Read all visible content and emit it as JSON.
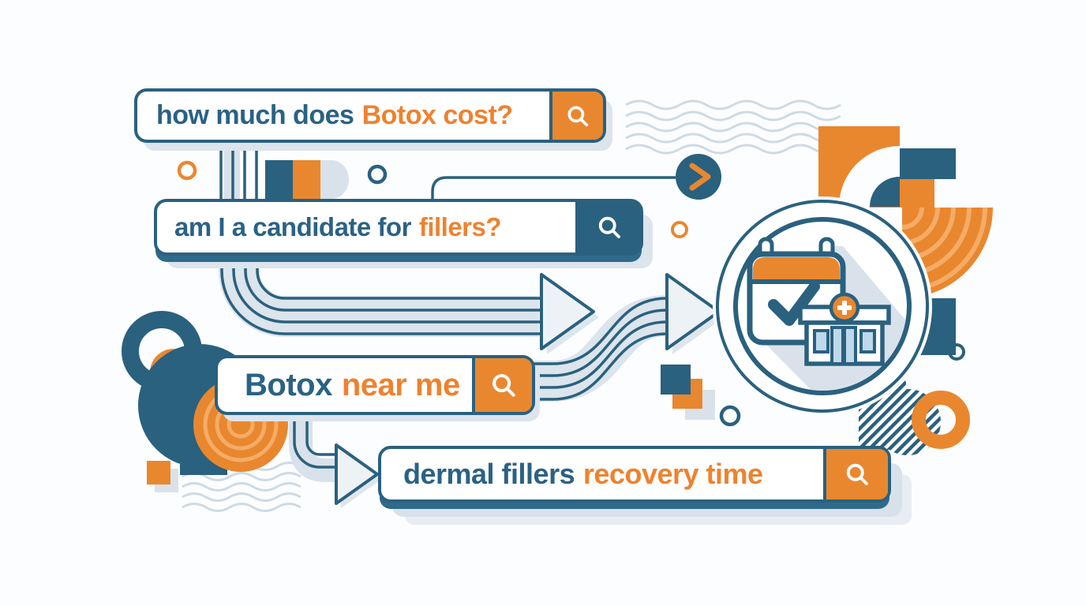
{
  "illustration": {
    "theme": "aesthetic-clinic search queries flowing to appointment booking",
    "search_bars": [
      {
        "query_primary": "how much does",
        "query_highlight": "Botox cost?",
        "button_style": "orange"
      },
      {
        "query_primary": "am I a candidate for",
        "query_highlight": "fillers?",
        "button_style": "blue"
      },
      {
        "query_primary": "Botox",
        "query_highlight": "near me",
        "button_style": "orange"
      },
      {
        "query_primary": "dermal fillers",
        "query_highlight": "recovery time",
        "button_style": "orange"
      }
    ],
    "icons": {
      "search": "magnifier-icon",
      "next": "chevron-right-icon",
      "booking": "calendar-check-icon",
      "clinic": "medical-building-icon"
    },
    "colors": {
      "blue": "#2A617F",
      "text_blue": "#2A6285",
      "orange": "#E9872F",
      "text_orange": "#EE8230",
      "orange_light": "#F4AC66",
      "shadow": "#DCE4EC",
      "window_blue": "#BFD9EC",
      "wave": "#C7D4E0"
    }
  }
}
